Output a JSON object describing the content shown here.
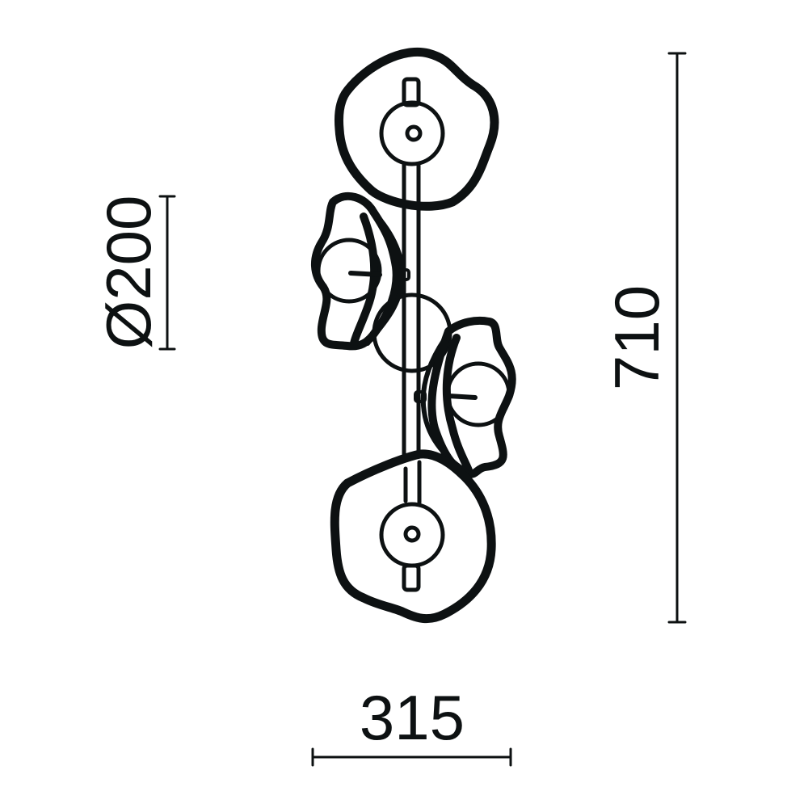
{
  "drawing": {
    "subject": "wall-lamp-with-four-shades",
    "stroke_color": "#0d1112",
    "background": "#ffffff"
  },
  "dimensions": {
    "shade_diameter": {
      "label": "Ø200",
      "orientation": "vertical-rotated"
    },
    "height": {
      "label": "710",
      "orientation": "vertical-rotated"
    },
    "width": {
      "label": "315",
      "orientation": "horizontal"
    }
  }
}
